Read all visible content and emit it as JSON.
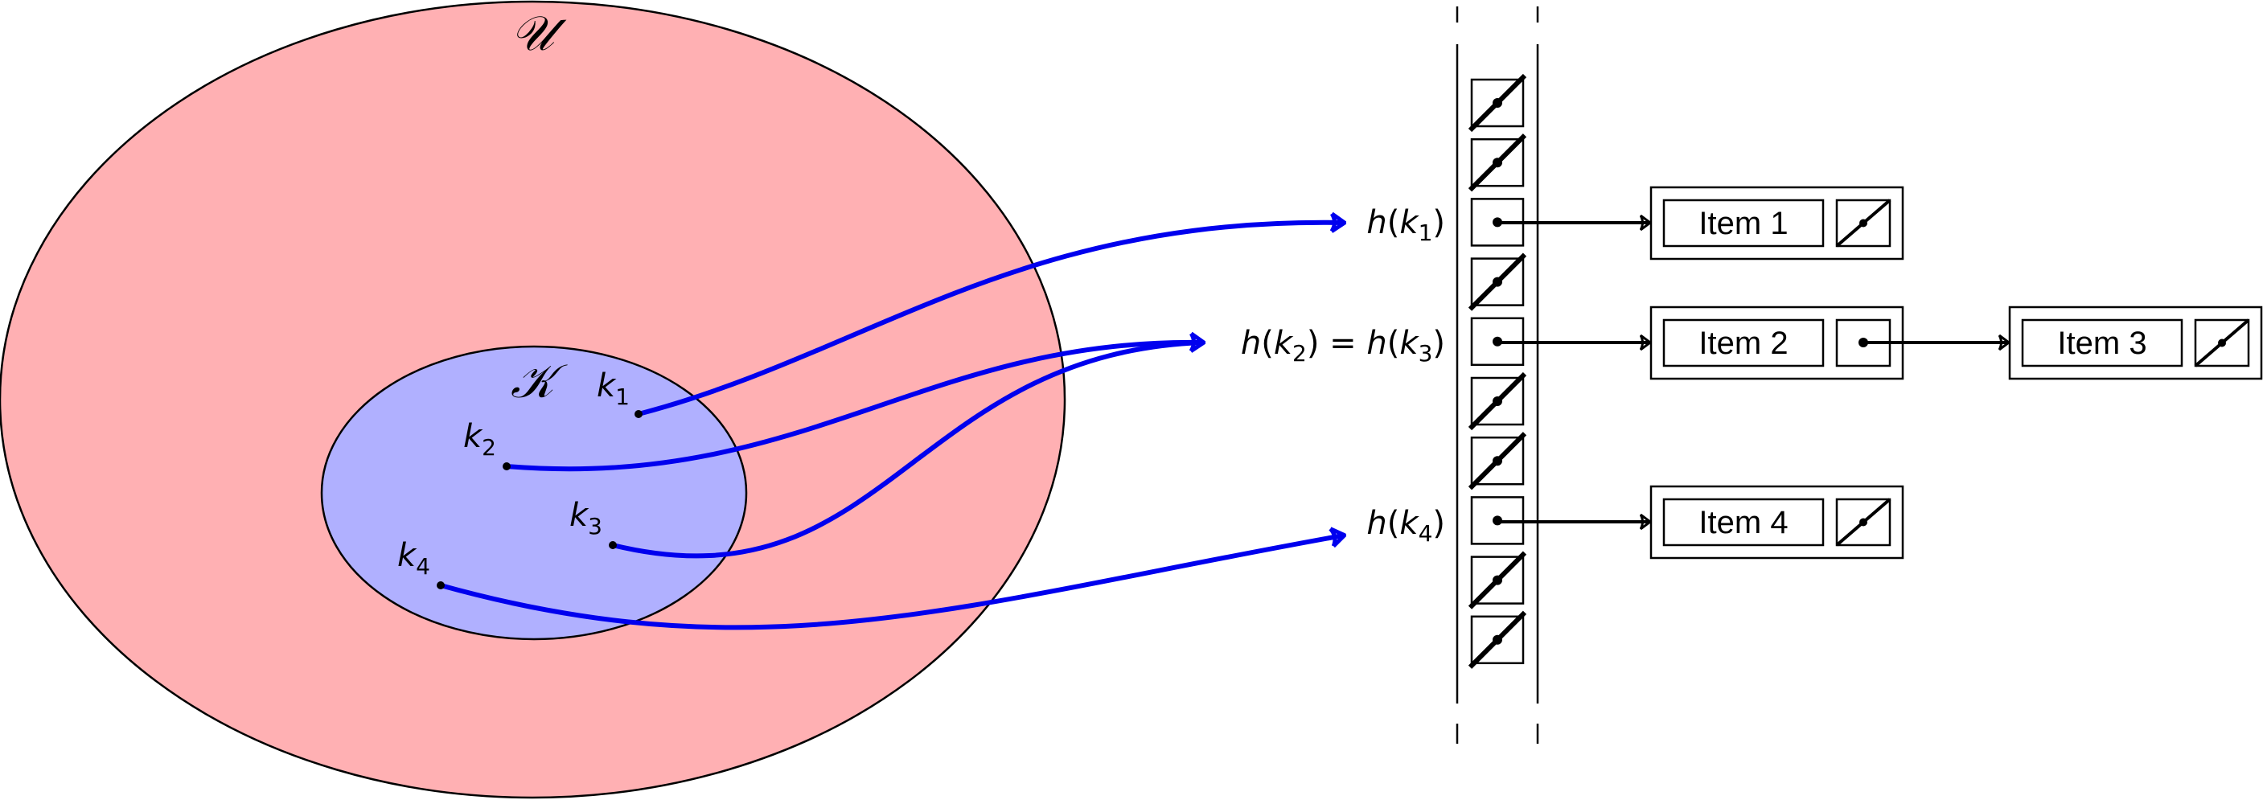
{
  "sets": {
    "universe_label": "𝒰",
    "keyset_label": "𝒦"
  },
  "keys": [
    {
      "name": "k",
      "sub": "1"
    },
    {
      "name": "k",
      "sub": "2"
    },
    {
      "name": "k",
      "sub": "3"
    },
    {
      "name": "k",
      "sub": "4"
    }
  ],
  "hash_labels": {
    "h1": {
      "h": "h",
      "open": "(",
      "k": "k",
      "sub": "1",
      "close": ")"
    },
    "h23": {
      "h": "h",
      "open": "(",
      "k": "k",
      "sub": "2",
      "mid": ") = ",
      "h2": "h",
      "open2": "(",
      "k2": "k",
      "sub2": "3",
      "close": ")"
    },
    "h4": {
      "h": "h",
      "open": "(",
      "k": "k",
      "sub": "4",
      "close": ")"
    }
  },
  "table": {
    "slots": 10,
    "null_slots": [
      0,
      1,
      3,
      5,
      6,
      8,
      9
    ]
  },
  "items": {
    "item1": "Item 1",
    "item2": "Item 2",
    "item3": "Item 3",
    "item4": "Item 4"
  },
  "colors": {
    "universe_fill": "#ffb0b3",
    "keyset_fill": "#b0b0ff",
    "arrow_blue": "#0000ee",
    "stroke": "#000000"
  }
}
